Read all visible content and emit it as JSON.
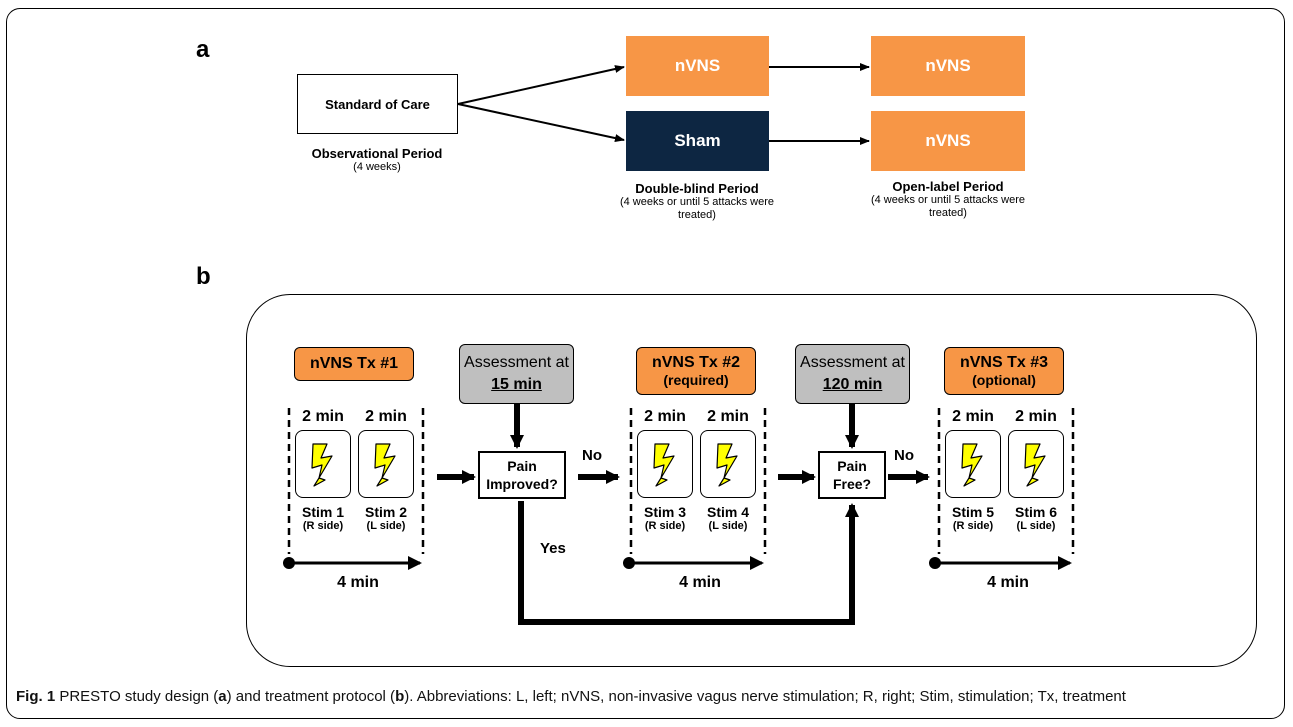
{
  "panel_a": {
    "letter": "a",
    "standard_of_care": "Standard of Care",
    "observational": {
      "title": "Observational Period",
      "sub": "(4 weeks)"
    },
    "arm_active": "nVNS",
    "arm_sham": "Sham",
    "open_label_top": "nVNS",
    "open_label_bottom": "nVNS",
    "double_blind": {
      "title": "Double-blind Period",
      "sub1": "(4 weeks or until 5 attacks were",
      "sub2": "treated)"
    },
    "open_label": {
      "title": "Open-label Period",
      "sub1": "(4 weeks or until 5 attacks were",
      "sub2": "treated)"
    }
  },
  "panel_b": {
    "letter": "b",
    "tx1": {
      "label": "nVNS Tx #1"
    },
    "tx2": {
      "label": "nVNS Tx #2",
      "sub": "(required)"
    },
    "tx3": {
      "label": "nVNS Tx #3",
      "sub": "(optional)"
    },
    "assess1": {
      "line1": "Assessment at",
      "line2": "15 min"
    },
    "assess2": {
      "line1": "Assessment at",
      "line2": "120 min"
    },
    "decision1": {
      "line1": "Pain",
      "line2": "Improved?"
    },
    "decision2": {
      "line1": "Pain",
      "line2": "Free?"
    },
    "no_label": "No",
    "yes_label": "Yes",
    "duration": "2 min",
    "total": "4 min",
    "stims": [
      {
        "name": "Stim 1",
        "side": "(R side)"
      },
      {
        "name": "Stim 2",
        "side": "(L side)"
      },
      {
        "name": "Stim 3",
        "side": "(R side)"
      },
      {
        "name": "Stim 4",
        "side": "(L side)"
      },
      {
        "name": "Stim 5",
        "side": "(R side)"
      },
      {
        "name": "Stim 6",
        "side": "(L side)"
      }
    ],
    "bolt_color": "#ffff00"
  },
  "caption": {
    "fig": "Fig. 1",
    "t1": " PRESTO study design (",
    "a": "a",
    "t2": ") and treatment protocol (",
    "b": "b",
    "t3": "). Abbreviations: L, left; nVNS, non-invasive vagus nerve stimulation; R, right; Stim, stimulation; Tx, treatment"
  }
}
